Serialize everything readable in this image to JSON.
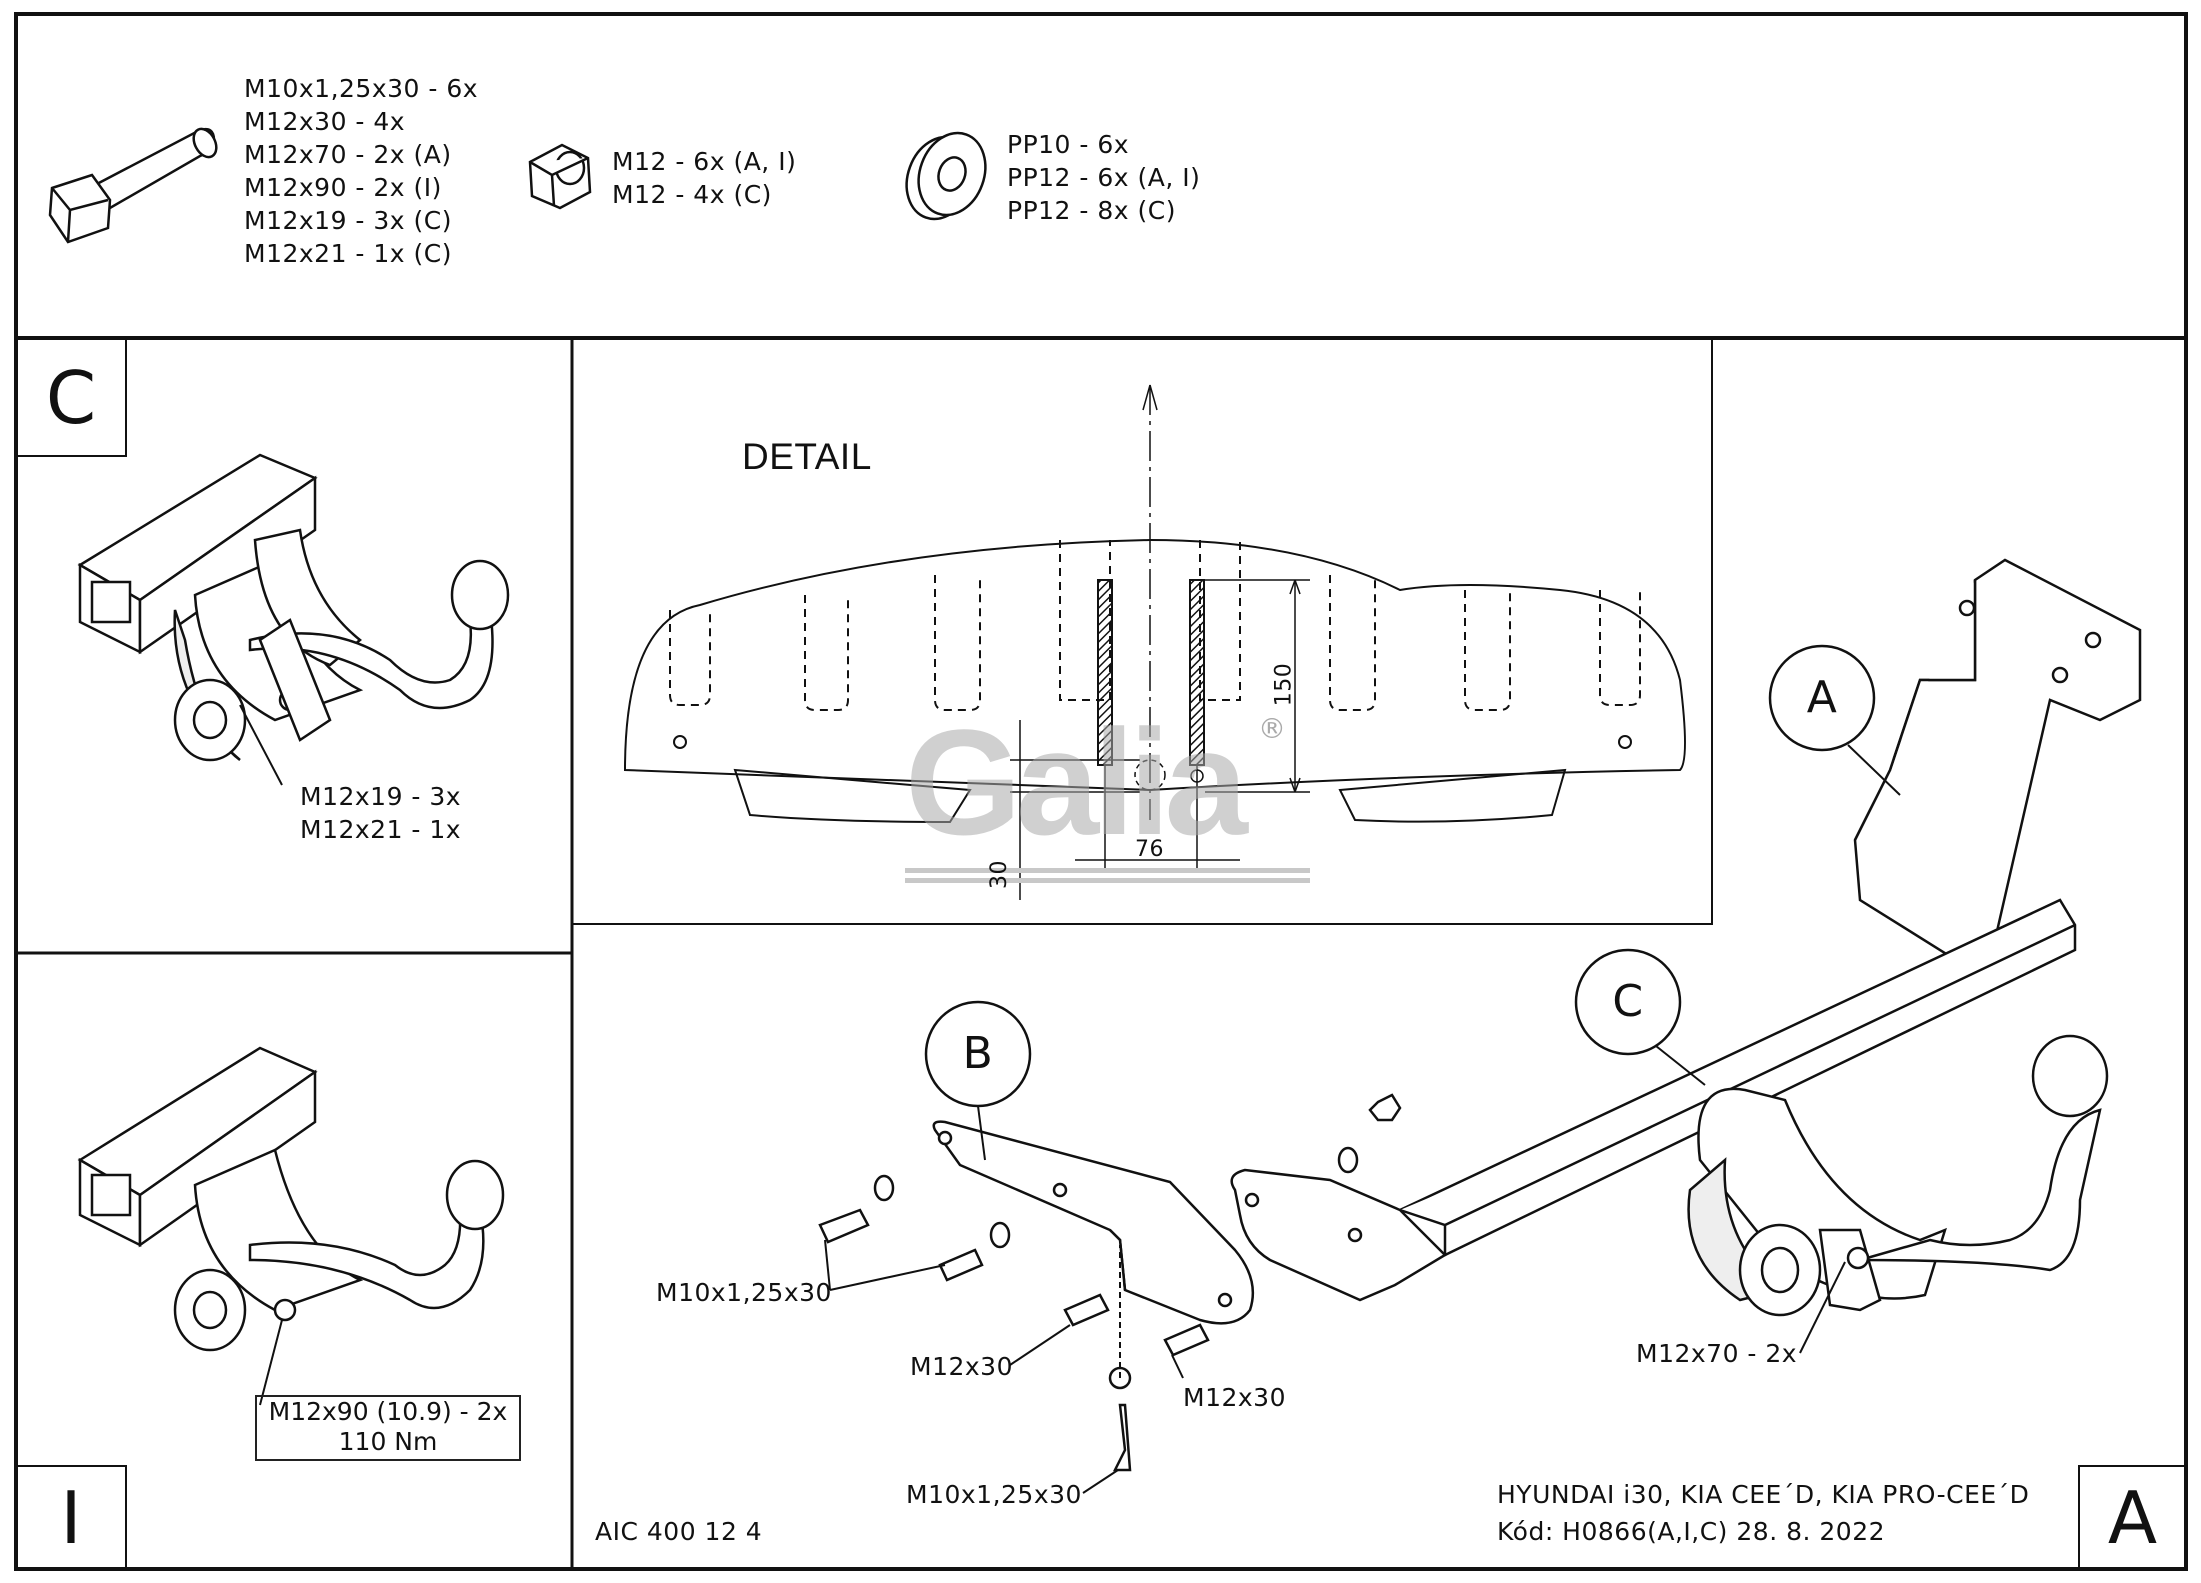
{
  "hardware": {
    "bolts": [
      "M10x1,25x30 - 6x",
      "M12x30 - 4x",
      "M12x70 - 2x (A)",
      "M12x90 - 2x (I)",
      "M12x19 - 3x (C)",
      "M12x21 - 1x (C)"
    ],
    "nuts": [
      "M12 - 6x (A, I)",
      "M12 - 4x (C)"
    ],
    "washers": [
      "PP10 - 6x",
      "PP12 - 6x (A, I)",
      "PP12 - 8x (C)"
    ]
  },
  "panels": {
    "c_corner": "C",
    "i_corner": "I",
    "a_corner": "A",
    "c_bolts": [
      "M12x19 - 3x",
      "M12x21 - 1x"
    ],
    "i_bolt_box": [
      "M12x90 (10.9) - 2x",
      "110 Nm"
    ]
  },
  "detail": {
    "title": "DETAIL",
    "dim_150": "150",
    "dim_76": "76",
    "dim_30": "30",
    "watermark": "Galia",
    "registered": "®"
  },
  "main": {
    "callout_a": "A",
    "callout_b": "B",
    "callout_c": "C",
    "labels": {
      "m10_left": "M10x1,25x30",
      "m12_left": "M12x30",
      "m12_right": "M12x30",
      "m10_bottom": "M10x1,25x30",
      "m12x70": "M12x70 - 2x"
    }
  },
  "footer": {
    "code": "AIC 400 12 4",
    "vehicle": "HYUNDAI i30, KIA CEE´D, KIA PRO-CEE´D",
    "kod": "Kód: H0866(A,I,C)  28. 8. 2022"
  }
}
